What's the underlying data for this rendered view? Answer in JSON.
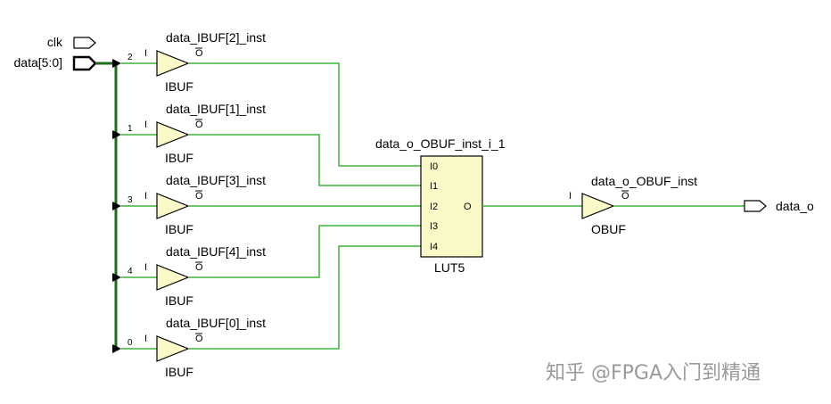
{
  "ports": {
    "clk": "clk",
    "data_in": "data[5:0]",
    "data_out": "data_o"
  },
  "ibufs": [
    {
      "inst": "data_IBUF[2]_inst",
      "type": "IBUF",
      "bit": "2",
      "pin_in": "I",
      "pin_out": "O"
    },
    {
      "inst": "data_IBUF[1]_inst",
      "type": "IBUF",
      "bit": "1",
      "pin_in": "I",
      "pin_out": "O"
    },
    {
      "inst": "data_IBUF[3]_inst",
      "type": "IBUF",
      "bit": "3",
      "pin_in": "I",
      "pin_out": "O"
    },
    {
      "inst": "data_IBUF[4]_inst",
      "type": "IBUF",
      "bit": "4",
      "pin_in": "I",
      "pin_out": "O"
    },
    {
      "inst": "data_IBUF[0]_inst",
      "type": "IBUF",
      "bit": "0",
      "pin_in": "I",
      "pin_out": "O"
    }
  ],
  "lut": {
    "inst": "data_o_OBUF_inst_i_1",
    "type": "LUT5",
    "inputs": [
      "I0",
      "I1",
      "I2",
      "I3",
      "I4"
    ],
    "output": "O"
  },
  "obuf": {
    "inst": "data_o_OBUF_inst",
    "type": "OBUF",
    "pin_in": "I",
    "pin_out": "O"
  },
  "watermark": "知乎 @FPGA入门到精通",
  "colors": {
    "wire": "#3cb43c",
    "bus": "#1e6e1e",
    "buffer_fill": "#fafac8",
    "outline": "#000000"
  }
}
